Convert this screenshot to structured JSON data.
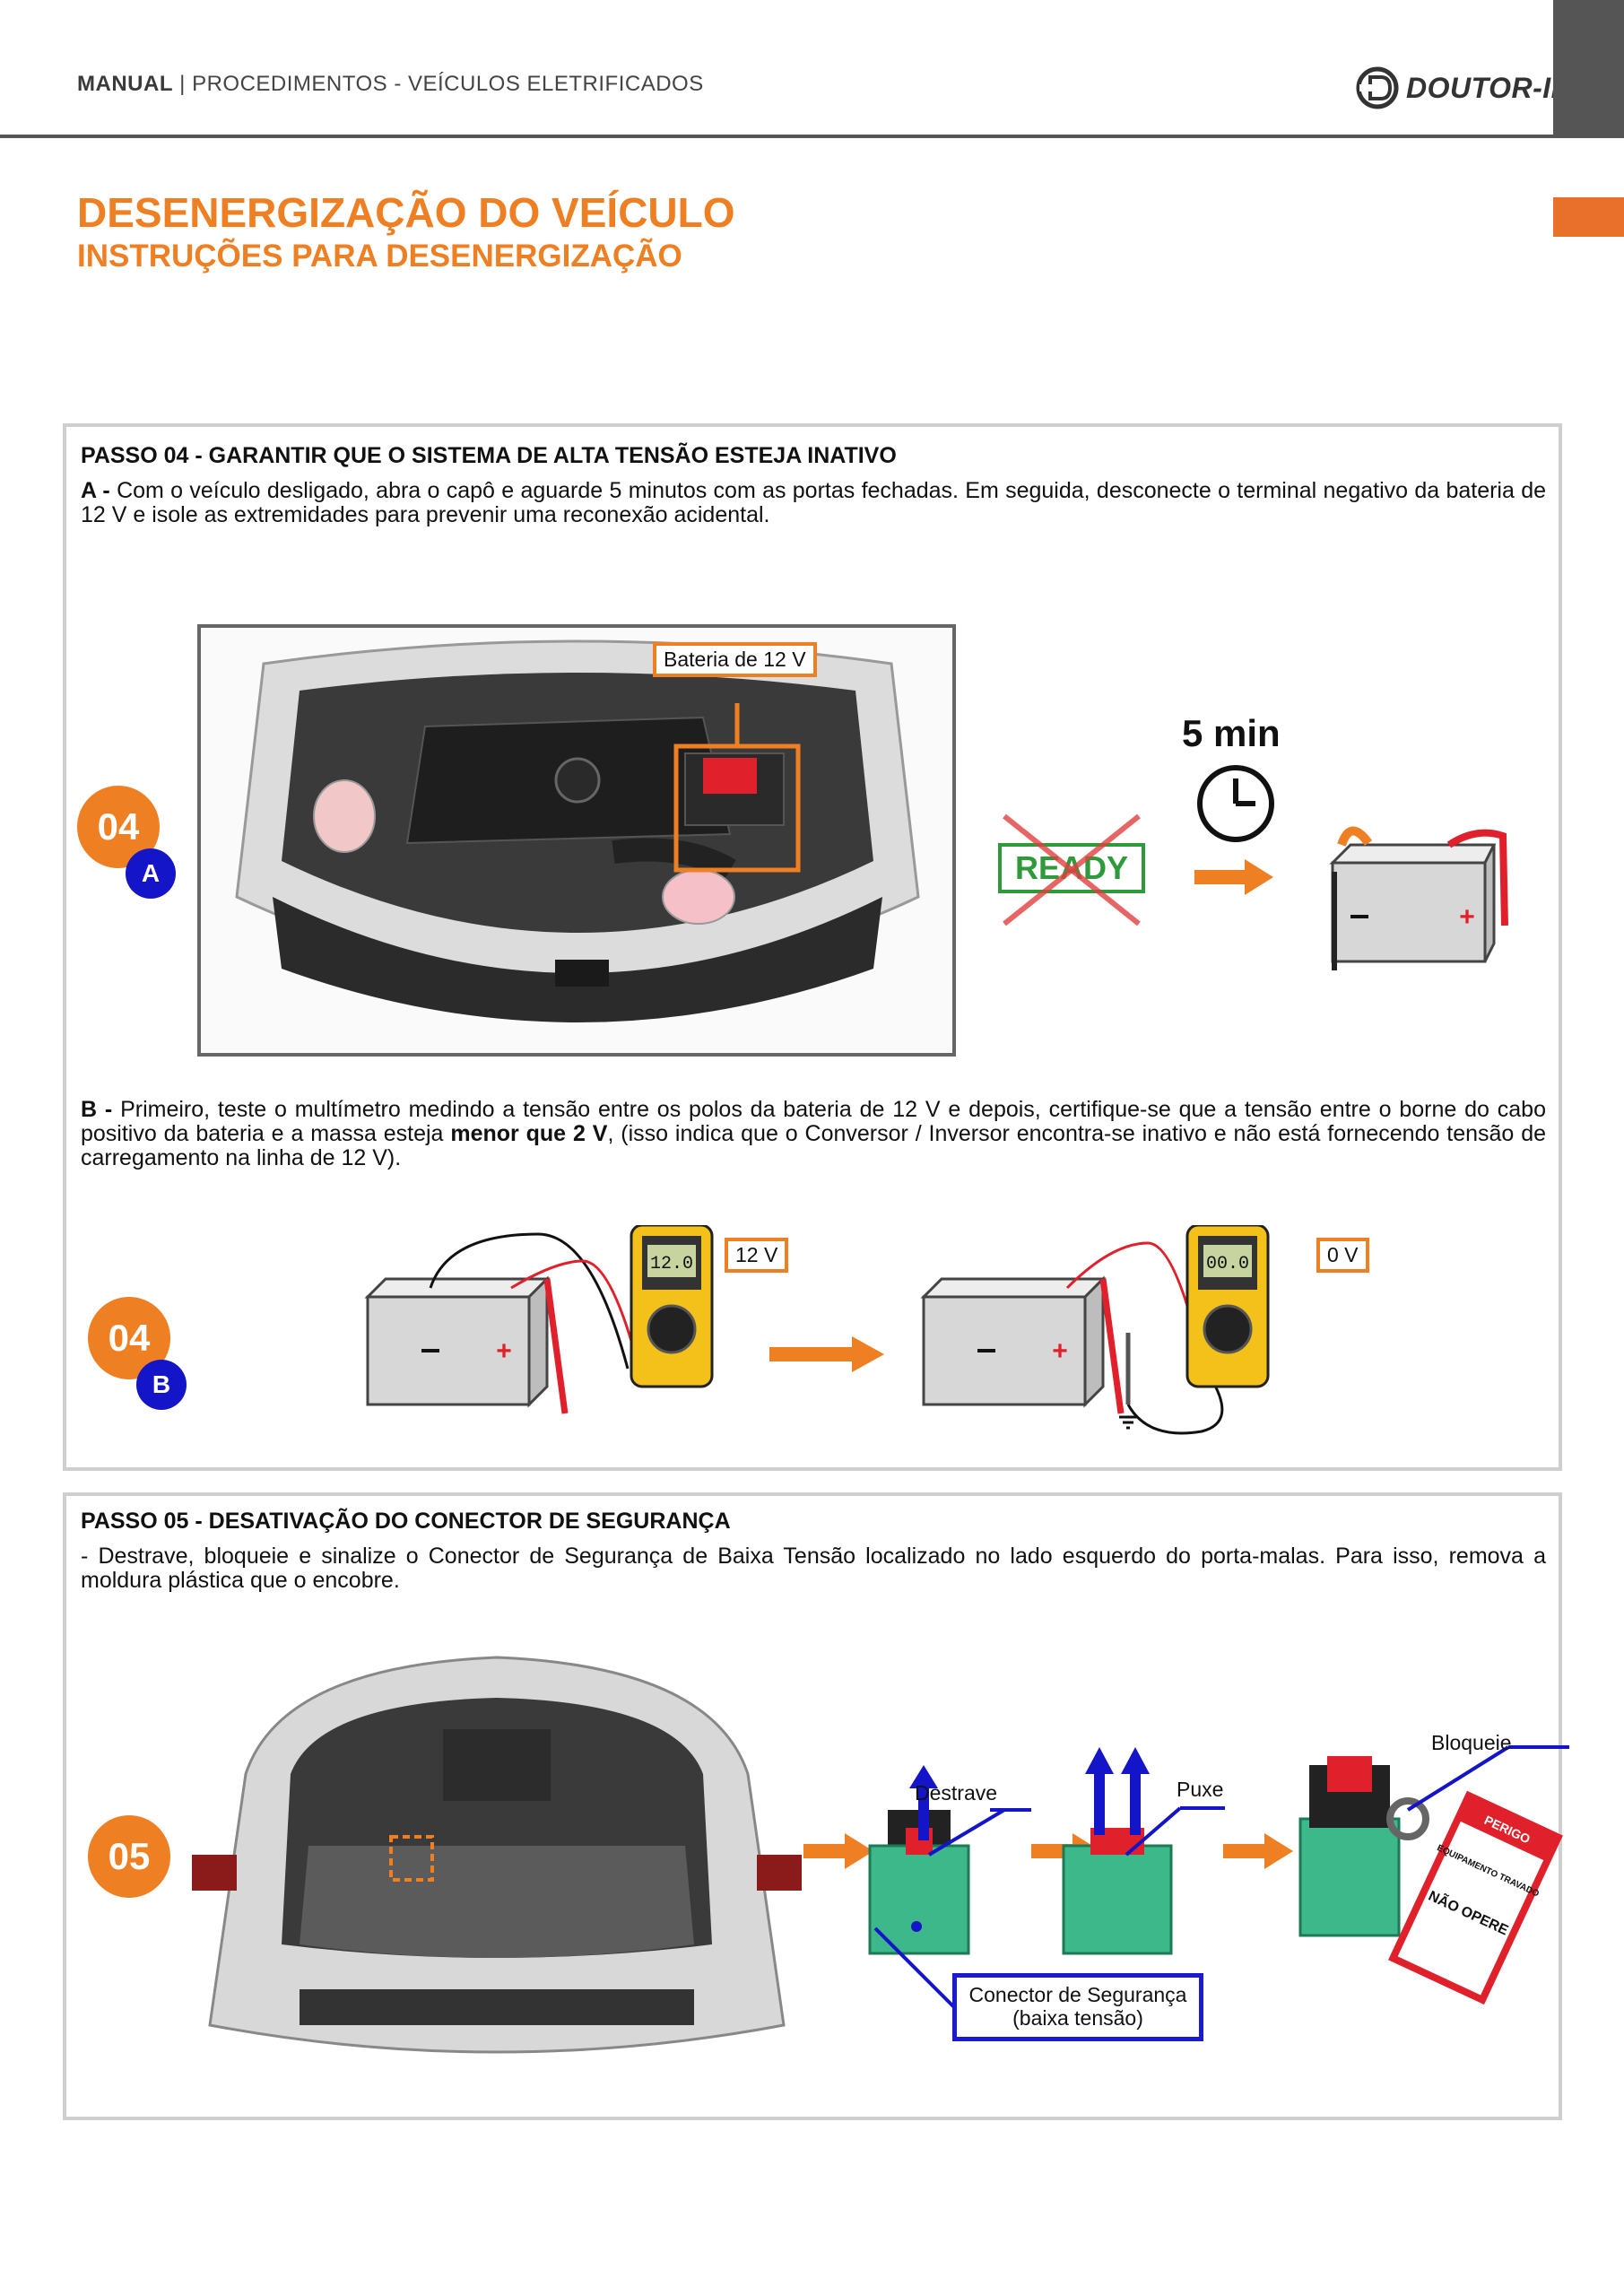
{
  "header": {
    "section_bold": "MANUAL",
    "separator": "|",
    "section_rest": "PROCEDIMENTOS - VEÍCULOS ELETRIFICADOS",
    "logo_text": "DOUTOR-IE"
  },
  "title": {
    "main": "DESENERGIZAÇÃO DO VEÍCULO",
    "sub": "INSTRUÇÕES PARA DESENERGIZAÇÃO"
  },
  "step04": {
    "title": "PASSO 04 - GARANTIR QUE O SISTEMA DE ALTA TENSÃO ESTEJA INATIVO",
    "a_label": "A -",
    "a_text": "Com o veículo desligado, abra o capô e aguarde 5 minutos com as portas fechadas. Em seguida, desconecte o terminal negativo da bateria de 12 V e isole as extremidades para prevenir uma reconexão acidental.",
    "battery_callout": "Bateria de 12 V",
    "badge_number": "04",
    "badge_a": "A",
    "badge_b": "B",
    "ready_text": "READY",
    "wait_time": "5 min",
    "b_label": "B -",
    "b_text_1": "Primeiro, teste o multímetro medindo a tensão entre os polos da bateria de 12 V e depois, certifique-se que a tensão entre o borne do cabo positivo da bateria e a massa esteja",
    "b_bold": "menor que 2 V",
    "b_text_2": ", (isso indica que o Conversor / Inversor encontra-se inativo e não está fornecendo tensão de carregamento na linha de 12 V).",
    "meter1_callout": "12 V",
    "meter2_callout": "0 V",
    "meter1_display": "12.0",
    "meter2_display": "00.0"
  },
  "step05": {
    "title": "PASSO 05 - DESATIVAÇÃO DO CONECTOR DE SEGURANÇA",
    "text": "- Destrave, bloqueie e sinalize o Conector de Segurança de Baixa Tensão localizado no lado esquerdo do porta-malas. Para isso, remova a moldura plástica que o encobre.",
    "badge_number": "05",
    "label_unlock": "Destrave",
    "label_pull": "Puxe",
    "label_lock": "Bloqueie",
    "connector_line1": "Conector de Segurança",
    "connector_line2": "(baixa tensão)",
    "tag_top": "PERIGO",
    "tag_mid": "EQUIPAMENTO TRAVADO",
    "tag_bottom": "NÃO OPERE"
  },
  "colors": {
    "accent": "#ee7f22",
    "blue": "#1414c8",
    "connector_green": "#3cb88a",
    "red": "#e0202a",
    "ready_green": "#2e9a3a"
  }
}
